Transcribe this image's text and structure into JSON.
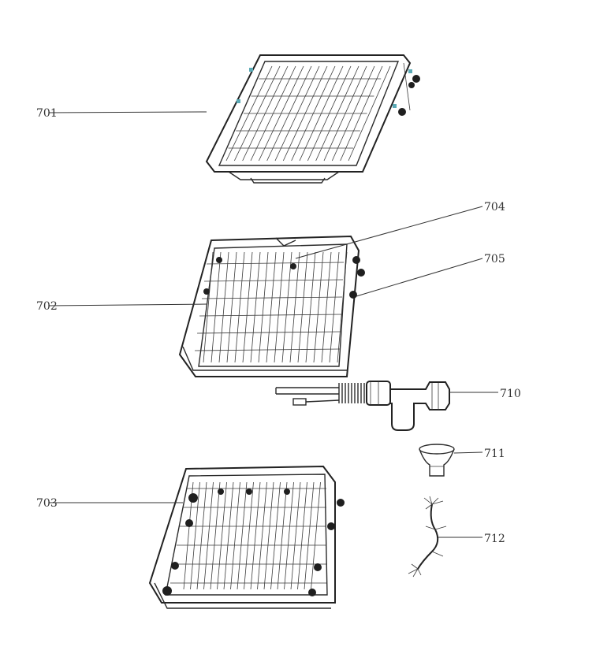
{
  "parts": {
    "p701": "701",
    "p702": "702",
    "p703": "703",
    "p704": "704",
    "p705": "705",
    "p710": "710",
    "p711": "711",
    "p712": "712"
  },
  "colors": {
    "line": "#2a2a2a",
    "accent": "#5aa9b5",
    "background": "#ffffff"
  }
}
